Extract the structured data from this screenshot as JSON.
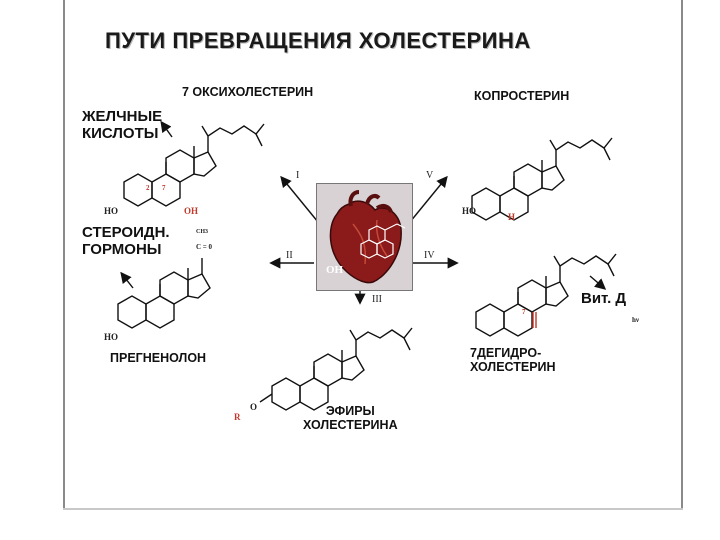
{
  "title": "ПУТИ ПРЕВРАЩЕНИЯ ХОЛЕСТЕРИНА",
  "labels": {
    "oxycholesterol": "7 ОКСИХОЛЕСТЕРИН",
    "bile_acids": "ЖЕЛЧНЫЕ\nКИСЛОТЫ",
    "coprosterol": "КОПРОСТЕРИН",
    "steroid_hormones": "СТЕРОИДН.\nГОРМОНЫ",
    "vitamin_d": "Вит. Д",
    "pregnenolone": "ПРЕГНЕНОЛОН",
    "dehydrocholesterol": "7ДЕГИДРО-\nХОЛЕСТЕРИН",
    "esters": "ЭФИРЫ\nХОЛЕСТЕРИНА"
  },
  "chem": {
    "ho": "HO",
    "oh": "OH",
    "h": "H",
    "r": "R",
    "o": "O",
    "ch3": "CH3",
    "c_o": "C = 0",
    "heart_oh": "OH",
    "small_2": "2",
    "small_7": "7",
    "uv": "hν"
  },
  "pathways": [
    "I",
    "II",
    "III",
    "IV",
    "V"
  ],
  "colors": {
    "accent_red": "#c0392b",
    "heart": "#8b1a1a"
  }
}
